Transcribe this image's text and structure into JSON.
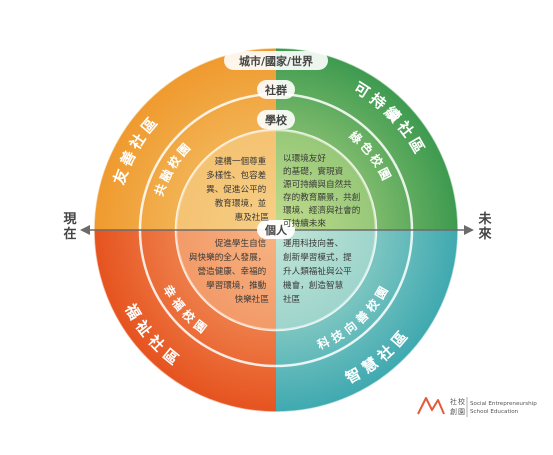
{
  "rings": {
    "outer": "城市/國家/世界",
    "middle": "社群",
    "inner": "學校",
    "center": "個人"
  },
  "quadrants": {
    "top_left": {
      "outer": "友善社區",
      "middle": "共融校園",
      "body": [
        "建構一個尊重",
        "多樣性、包容差",
        "異、促進公平的",
        "教育環境，並",
        "惠及社區"
      ],
      "outer_color": "#f0a33b",
      "middle_color": "#e9a64f",
      "inner_color": "#f2c27a"
    },
    "top_right": {
      "outer": "可持續社區",
      "middle": "綠色校園",
      "body": [
        "以環境友好",
        "的基礎，實現資",
        "源可持續與自然共",
        "存的教育願景，共創",
        "環境、經濟與社會的",
        "可持續未來"
      ],
      "outer_color": "#55a85a",
      "middle_color": "#3f9c4a",
      "inner_color": "#a8d08a"
    },
    "bottom_left": {
      "outer": "福祉社區",
      "middle": "幸福校園",
      "body": [
        "促進學生自信",
        "與快樂的全人發展，",
        "營造健康、幸福的",
        "學習環境，推動",
        "快樂社區"
      ],
      "outer_color": "#e8622d",
      "middle_color": "#e9743a",
      "inner_color": "#f3a877"
    },
    "bottom_right": {
      "outer": "智慧社區",
      "middle": "科技向善校園",
      "body": [
        "運用科技向善、",
        "創新學習模式，提",
        "升人類福祉與公平",
        "機會，創造智慧",
        "社區"
      ],
      "outer_color": "#4db0ad",
      "middle_color": "#55b7b3",
      "inner_color": "#a6d8d2"
    }
  },
  "axis": {
    "left": "現在",
    "right": "未來"
  },
  "logo": {
    "chinese": [
      "社",
      "校",
      "創",
      "園"
    ],
    "english_line1": "Social Entrepreneurship",
    "english_line2": "School Education"
  }
}
